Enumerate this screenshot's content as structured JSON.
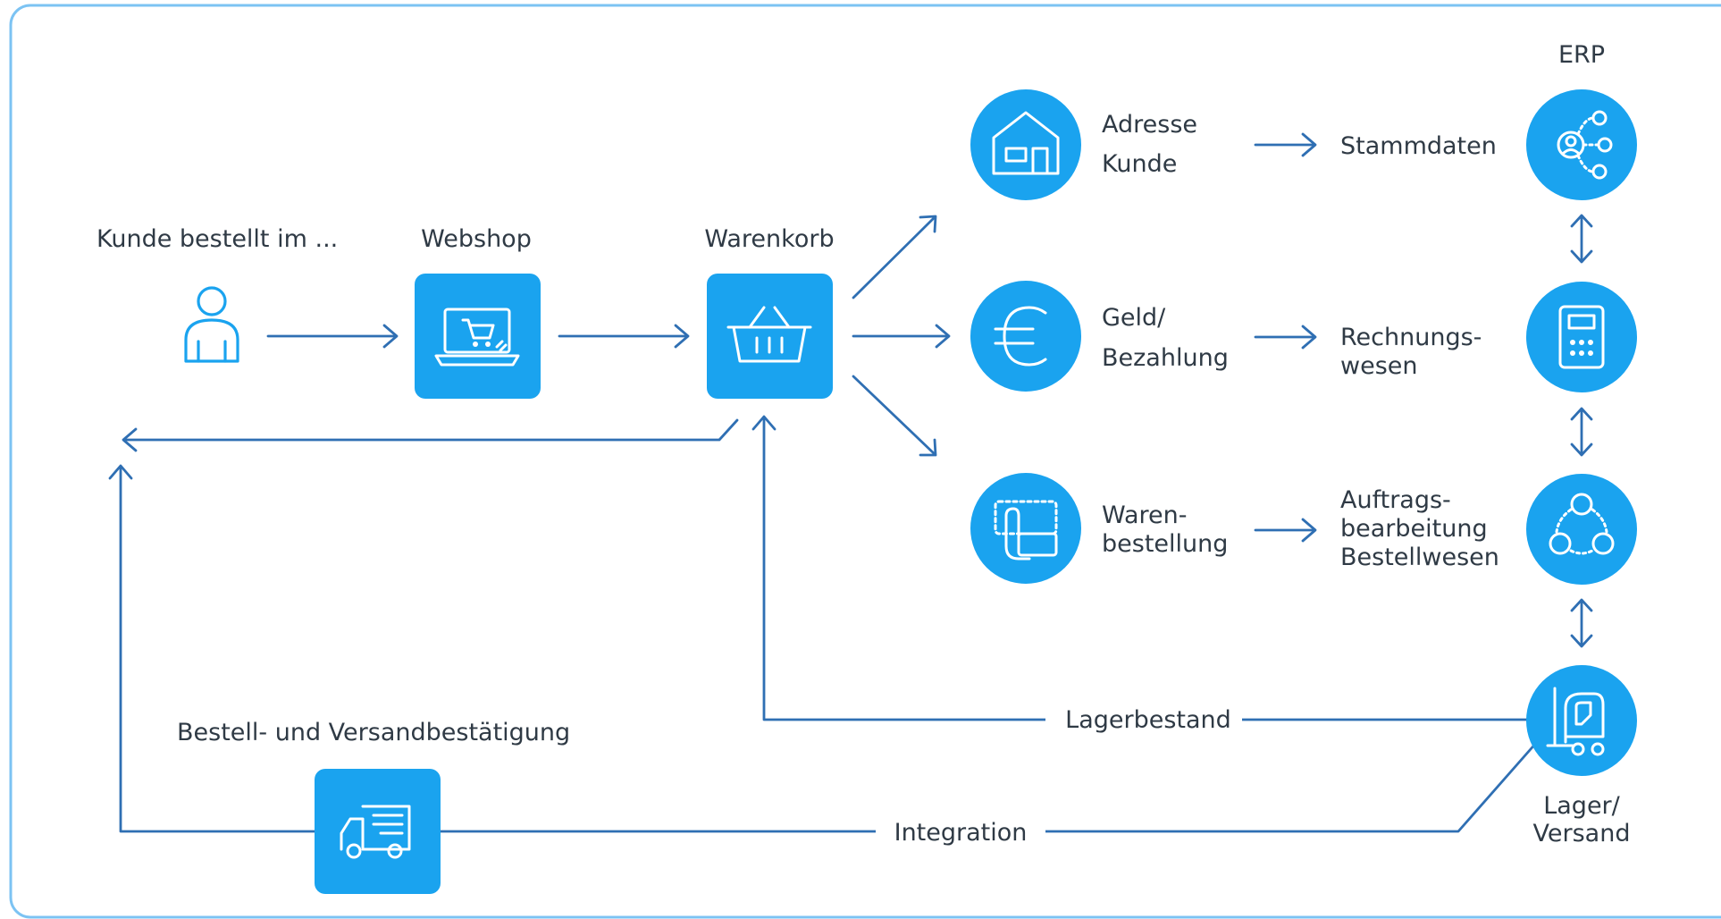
{
  "colors": {
    "accent": "#1aa3ef",
    "line": "#2f6fb3",
    "text": "#2f3a45",
    "frame": "#7cc3f3"
  },
  "labels": {
    "customer": "Kunde bestellt im ...",
    "webshop": "Webshop",
    "cart": "Warenkorb",
    "erp": "ERP",
    "address_line1": "Adresse",
    "address_line2": "Kunde",
    "master_data": "Stammdaten",
    "money_line1": "Geld/",
    "money_line2": "Bezahlung",
    "accounting_line1": "Rechnungs-",
    "accounting_line2": "wesen",
    "goods_line1": "Waren-",
    "goods_line2": "bestellung",
    "orders_line1": "Auftrags-",
    "orders_line2": "bearbeitung",
    "orders_line3": "Bestellwesen",
    "stock": "Lagerbestand",
    "confirmation": "Bestell- und Versandbestätigung",
    "integration": "Integration",
    "warehouse_line1": "Lager/",
    "warehouse_line2": "Versand"
  },
  "icons": {
    "customer": "person-icon",
    "webshop": "laptop-cart-icon",
    "cart": "basket-icon",
    "address": "house-icon",
    "money": "euro-icon",
    "goods": "touch-order-icon",
    "master_data": "network-person-icon",
    "accounting": "calculator-icon",
    "orders": "workflow-circles-icon",
    "warehouse": "forklift-icon",
    "shipping": "delivery-truck-icon"
  }
}
